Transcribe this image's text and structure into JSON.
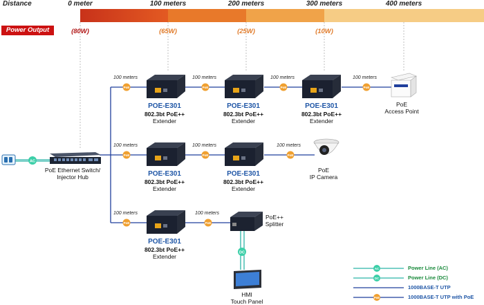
{
  "header": {
    "distance_label": "Distance",
    "distance_marks": [
      "0 meter",
      "100 meters",
      "200 meters",
      "300 meters",
      "400 meters"
    ],
    "power_output_label": "Power Output",
    "power_values": [
      "(80W)",
      "(65W)",
      "(25W)",
      "(10W)"
    ],
    "colors": {
      "bar_red": "#d9421d",
      "bar_orange": "#e8792a",
      "bar_amber": "#f0a349",
      "bar_light": "#f6cc85",
      "power_red": "#b01616",
      "power_orange": "#e07b2a"
    }
  },
  "segment_label": "100 meters",
  "extender": {
    "model": "POE-E301",
    "standard": "802.3bt PoE++",
    "type": "Extender"
  },
  "switch": {
    "line1": "PoE Ethernet Switch/",
    "line2": "Injector Hub"
  },
  "devices": {
    "ap_line1": "PoE",
    "ap_line2": "Access Point",
    "cam_line1": "PoE",
    "cam_line2": "IP Camera",
    "splitter_line1": "PoE++",
    "splitter_line2": "Splitter",
    "hmi_line1": "HMI",
    "hmi_line2": "Touch Panel"
  },
  "badges": {
    "ac": "AC",
    "dc": "DC",
    "poe": "PoE"
  },
  "legend": [
    {
      "label": "Power Line (AC)",
      "color": "#1a8a3c",
      "line": "#2bb3a6",
      "badge": "AC"
    },
    {
      "label": "Power Line (DC)",
      "color": "#1a8a3c",
      "line": "#2bb3a6",
      "badge": "DC"
    },
    {
      "label": "1000BASE-T UTP",
      "color": "#1f56a6",
      "line": "#1f3f9c",
      "badge": ""
    },
    {
      "label": "1000BASE-T UTP with PoE",
      "color": "#1f56a6",
      "line": "#1f3f9c",
      "badge": "PoE"
    }
  ]
}
